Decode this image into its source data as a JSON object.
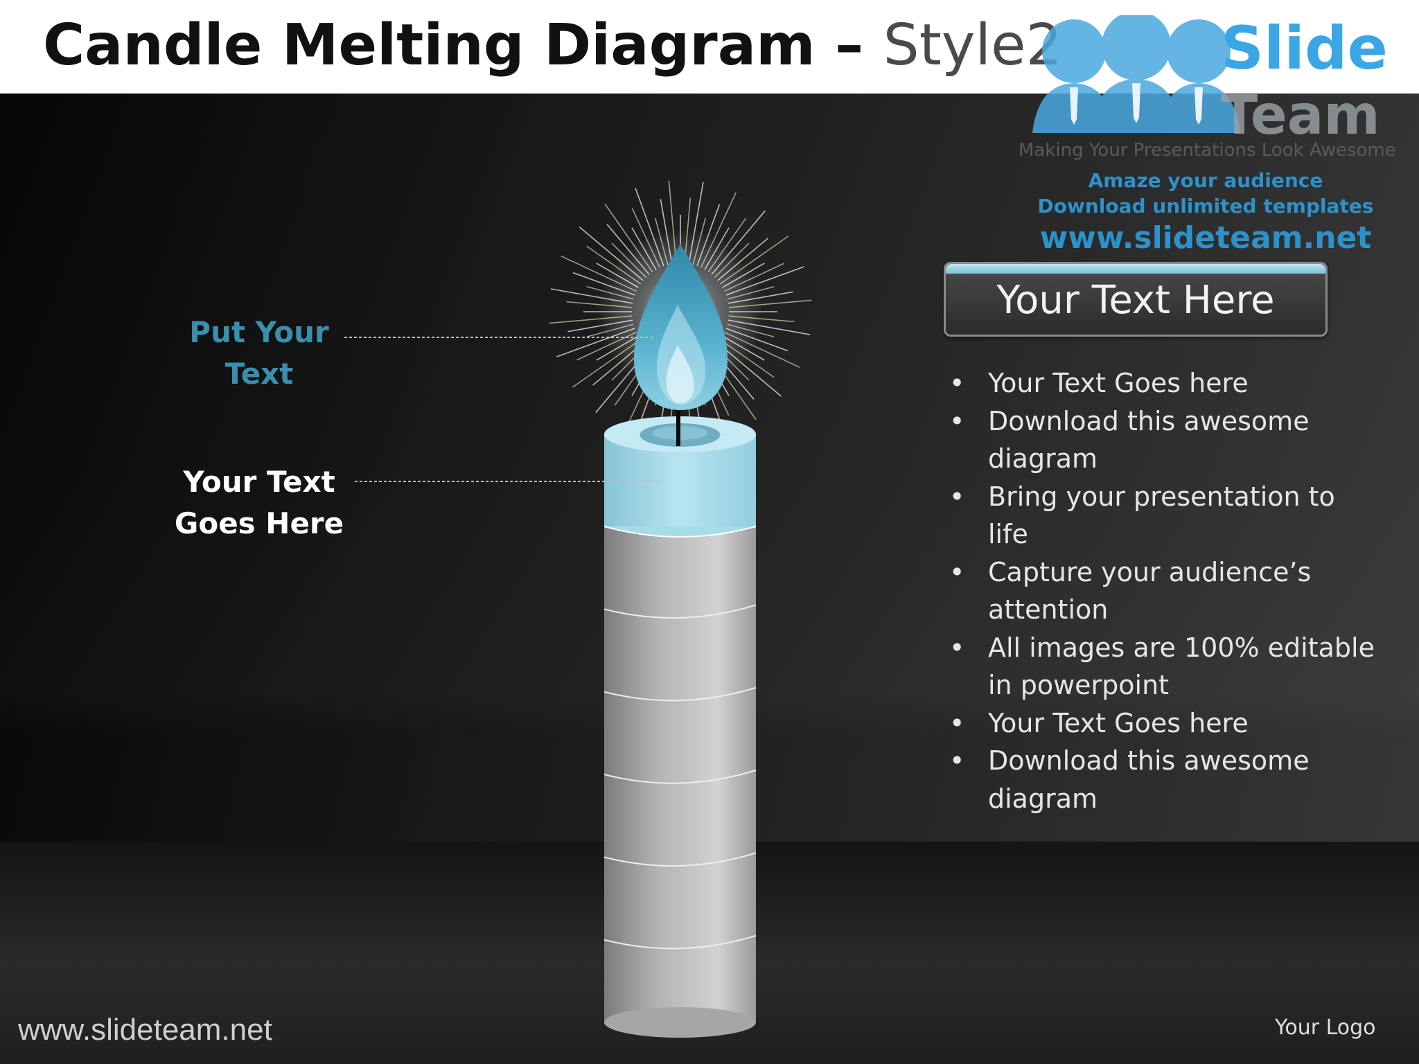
{
  "header": {
    "title_main": "Candle Melting Diagram",
    "title_dash": " – ",
    "title_style": "Style2"
  },
  "brand": {
    "logo_word1": "Slide",
    "logo_word2": "Team",
    "tagline": "Making Your Presentations Look Awesome",
    "promo_line1": "Amaze your audience",
    "promo_line2": "Download unlimited templates",
    "promo_url": "www.slideteam.net"
  },
  "labels": {
    "flame_label_line1": "Put Your",
    "flame_label_line2": "Text",
    "top_label_line1": "Your Text",
    "top_label_line2": "Goes Here"
  },
  "panel": {
    "heading": "Your Text Here",
    "bullets": [
      "Your Text Goes here",
      "Download this awesome diagram",
      "Bring your presentation to life",
      "Capture your audience’s attention",
      "All images are 100% editable in powerpoint",
      "Your Text Goes here",
      "Download this awesome diagram"
    ],
    "bullet_lines": [
      [
        "Your Text Goes here"
      ],
      [
        "Download this awesome",
        "diagram"
      ],
      [
        "Bring your presentation to",
        "life"
      ],
      [
        "Capture your audience’s",
        "attention"
      ],
      [
        "All images are 100% editable",
        "in powerpoint"
      ],
      [
        "Your Text Goes here"
      ],
      [
        "Download this awesome",
        "diagram"
      ]
    ]
  },
  "footer": {
    "website": "www.slideteam.net",
    "logo_placeholder": "Your Logo"
  },
  "colors": {
    "accent_blue": "#3a8fb0",
    "promo_blue": "#2c92c9",
    "candle_top": "#a9dbe8",
    "candle_body": "#a8a8aa",
    "flame": "#4aa3c2"
  },
  "diagram": {
    "candle_segments": 6,
    "candle_top_segments": 1
  }
}
